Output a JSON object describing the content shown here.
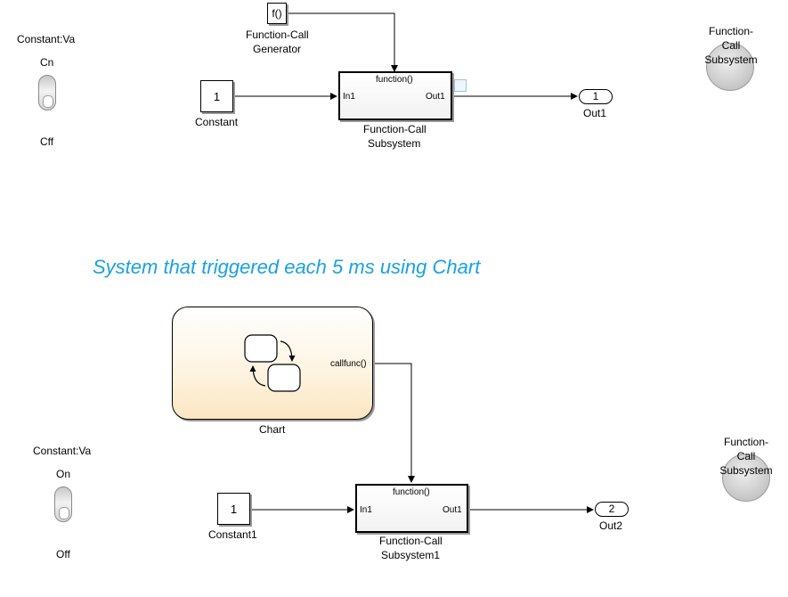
{
  "top": {
    "dashboard": {
      "label": "Constant:Va",
      "on_label": "Cn",
      "off_label": "Cff"
    },
    "fcn_generator": {
      "symbol": "f()",
      "name_line1": "Function-Call",
      "name_line2": "Generator"
    },
    "constant": {
      "value": "1",
      "name": "Constant"
    },
    "subsystem": {
      "trigger_port": "function()",
      "in_port": "In1",
      "out_port": "Out1",
      "name_line1": "Function-Call",
      "name_line2": "Subsystem"
    },
    "outport": {
      "number": "1",
      "name": "Out1"
    },
    "lamp": {
      "label": "Function-\nCall\nSubsystem"
    }
  },
  "annotation": "System that triggered each 5 ms using Chart",
  "bottom": {
    "chart": {
      "name": "Chart",
      "output_port": "callfunc()"
    },
    "dashboard": {
      "label": "Constant:Va",
      "on_label": "On",
      "off_label": "Off"
    },
    "constant": {
      "value": "1",
      "name": "Constant1"
    },
    "subsystem": {
      "trigger_port": "function()",
      "in_port": "In1",
      "out_port": "Out1",
      "name_line1": "Function-Call",
      "name_line2": "Subsystem1"
    },
    "outport": {
      "number": "2",
      "name": "Out2"
    },
    "lamp": {
      "label": "Function-\nCall\nSubsystem"
    }
  },
  "colors": {
    "annotation": "#1ba1e2",
    "chart_fill": "#fbe6c2",
    "lamp": "#cfcfcf"
  }
}
